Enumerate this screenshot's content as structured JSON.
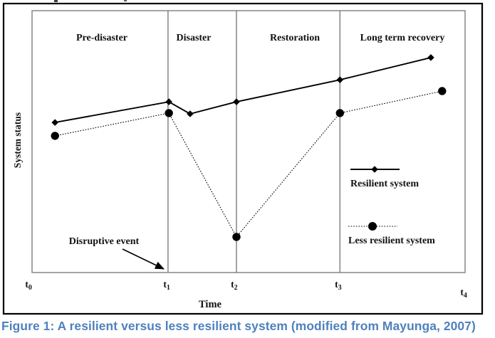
{
  "caption": "Figure 1: A resilient versus less resilient system (modified from Mayunga, 2007)",
  "colors": {
    "caption": "#4f81bd",
    "line": "#000000",
    "frame": "#000000",
    "plot_border": "#7d7d7d"
  },
  "chart_data": {
    "type": "line",
    "title": "",
    "xlabel": "Time",
    "ylabel": "System status",
    "grid": false,
    "legend_position": "inside-right",
    "x_axis": {
      "numeric": false,
      "ticks": [
        {
          "base": "t",
          "sub": "0",
          "x": -0.8
        },
        {
          "base": "t",
          "sub": "1",
          "x": 31.1
        },
        {
          "base": "t",
          "sub": "2",
          "x": 46.7
        },
        {
          "base": "t",
          "sub": "3",
          "x": 70.7
        },
        {
          "base": "t",
          "sub": "4",
          "x": 99.7
        }
      ]
    },
    "y_axis": {
      "numeric": false,
      "range": [
        0,
        100
      ]
    },
    "phases": [
      {
        "label": "Pre-disaster",
        "from": 0,
        "to": 31.4
      },
      {
        "label": "Disaster",
        "from": 31.4,
        "to": 47.2
      },
      {
        "label": "Restoration",
        "from": 47.2,
        "to": 71.1
      },
      {
        "label": "Long term recovery",
        "from": 71.1,
        "to": 100
      }
    ],
    "series": [
      {
        "name": "Resilient system",
        "line": "solid",
        "marker": "diamond",
        "points": [
          [
            5.3,
            57.3
          ],
          [
            31.6,
            65.2
          ],
          [
            36.5,
            60.6
          ],
          [
            47.2,
            65.2
          ],
          [
            71.1,
            73.6
          ],
          [
            92.1,
            82.1
          ]
        ]
      },
      {
        "name": "Less resilient system",
        "line": "dotted",
        "marker": "circle",
        "points": [
          [
            5.3,
            52.2
          ],
          [
            31.6,
            60.9
          ],
          [
            47.2,
            13.6
          ],
          [
            71.1,
            60.9
          ],
          [
            94.7,
            69.3
          ]
        ]
      }
    ],
    "annotation": {
      "text": "Disruptive event",
      "points_to": "t1 baseline"
    }
  }
}
